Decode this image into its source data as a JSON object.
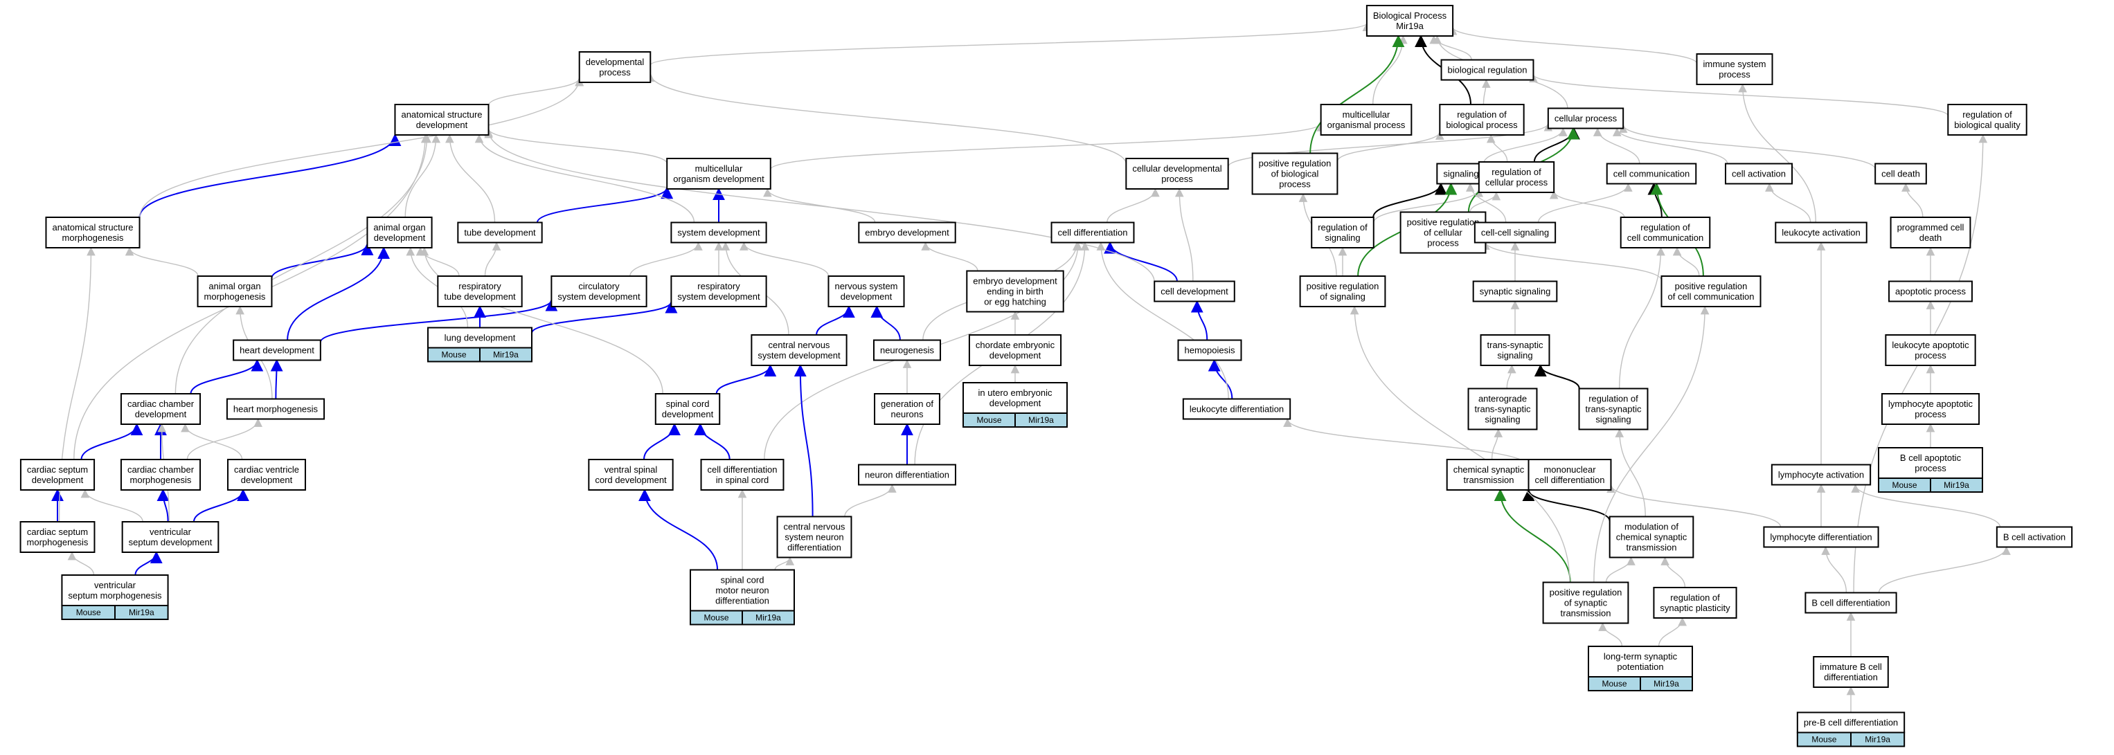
{
  "colors": {
    "is_a": "#c0c0c0",
    "part_of": "#0000ee",
    "regulates": "#000000",
    "positively_regulates": "#228b22",
    "tag_fill": "#add8e6",
    "node_stroke": "#000000"
  },
  "tags": {
    "species": "Mouse",
    "gene": "Mir19a"
  },
  "nodes": [
    {
      "id": "bp",
      "label": [
        "Biological Process",
        "Mir19a"
      ]
    },
    {
      "id": "devproc",
      "label": [
        "developmental",
        "process"
      ]
    },
    {
      "id": "bioreg",
      "label": [
        "biological regulation"
      ]
    },
    {
      "id": "immsys",
      "label": [
        "immune system",
        "process"
      ]
    },
    {
      "id": "regbq",
      "label": [
        "regulation of",
        "biological quality"
      ]
    },
    {
      "id": "anatdev",
      "label": [
        "anatomical structure",
        "development"
      ]
    },
    {
      "id": "multorgproc",
      "label": [
        "multicellular",
        "organismal process"
      ]
    },
    {
      "id": "regbp",
      "label": [
        "regulation of",
        "biological process"
      ]
    },
    {
      "id": "cellproc",
      "label": [
        "cellular process"
      ]
    },
    {
      "id": "multorgdev",
      "label": [
        "multicellular",
        "organism development"
      ]
    },
    {
      "id": "celldevproc",
      "label": [
        "cellular developmental",
        "process"
      ]
    },
    {
      "id": "posregbp",
      "label": [
        "positive regulation",
        "of biological",
        "process"
      ]
    },
    {
      "id": "signaling",
      "label": [
        "signaling"
      ]
    },
    {
      "id": "regcp",
      "label": [
        "regulation of",
        "cellular process"
      ]
    },
    {
      "id": "cellcomm",
      "label": [
        "cell communication"
      ]
    },
    {
      "id": "cellact",
      "label": [
        "cell activation"
      ]
    },
    {
      "id": "celldeath",
      "label": [
        "cell death"
      ]
    },
    {
      "id": "anatmorph",
      "label": [
        "anatomical structure",
        "morphogenesis"
      ]
    },
    {
      "id": "animorgdev",
      "label": [
        "animal organ",
        "development"
      ]
    },
    {
      "id": "tubedev",
      "label": [
        "tube development"
      ]
    },
    {
      "id": "sysdev",
      "label": [
        "system development"
      ]
    },
    {
      "id": "embdev",
      "label": [
        "embryo development"
      ]
    },
    {
      "id": "celldiff",
      "label": [
        "cell differentiation"
      ]
    },
    {
      "id": "regsig",
      "label": [
        "regulation of",
        "signaling"
      ]
    },
    {
      "id": "posregcp",
      "label": [
        "positive regulation",
        "of cellular",
        "process"
      ]
    },
    {
      "id": "cellcellsig",
      "label": [
        "cell-cell signaling"
      ]
    },
    {
      "id": "regcc",
      "label": [
        "regulation of",
        "cell communication"
      ]
    },
    {
      "id": "leukact",
      "label": [
        "leukocyte activation"
      ]
    },
    {
      "id": "progcd",
      "label": [
        "programmed cell",
        "death"
      ]
    },
    {
      "id": "animorgmorph",
      "label": [
        "animal organ",
        "morphogenesis"
      ]
    },
    {
      "id": "resptubedev",
      "label": [
        "respiratory",
        "tube development"
      ]
    },
    {
      "id": "circsysdev",
      "label": [
        "circulatory",
        "system development"
      ]
    },
    {
      "id": "respsysdev",
      "label": [
        "respiratory",
        "system development"
      ]
    },
    {
      "id": "nervsysdev",
      "label": [
        "nervous system",
        "development"
      ]
    },
    {
      "id": "embdevbirth",
      "label": [
        "embryo development",
        "ending in birth",
        "or egg hatching"
      ]
    },
    {
      "id": "celldev",
      "label": [
        "cell development"
      ]
    },
    {
      "id": "posregsig",
      "label": [
        "positive regulation",
        "of signaling"
      ]
    },
    {
      "id": "synsig",
      "label": [
        "synaptic signaling"
      ]
    },
    {
      "id": "posregcc",
      "label": [
        "positive regulation",
        "of cell communication"
      ]
    },
    {
      "id": "apop",
      "label": [
        "apoptotic process"
      ]
    },
    {
      "id": "heartdev",
      "label": [
        "heart development"
      ]
    },
    {
      "id": "lungdev",
      "label": [
        "lung development"
      ],
      "tagged": true
    },
    {
      "id": "cnsdev",
      "label": [
        "central nervous",
        "system development"
      ]
    },
    {
      "id": "neurogen",
      "label": [
        "neurogenesis"
      ]
    },
    {
      "id": "chordemb",
      "label": [
        "chordate embryonic",
        "development"
      ]
    },
    {
      "id": "hemo",
      "label": [
        "hemopoiesis"
      ]
    },
    {
      "id": "transsyn",
      "label": [
        "trans-synaptic",
        "signaling"
      ]
    },
    {
      "id": "leukapop",
      "label": [
        "leukocyte apoptotic",
        "process"
      ]
    },
    {
      "id": "cardchdev",
      "label": [
        "cardiac chamber",
        "development"
      ]
    },
    {
      "id": "heartmorph",
      "label": [
        "heart morphogenesis"
      ]
    },
    {
      "id": "spcorddev",
      "label": [
        "spinal cord",
        "development"
      ]
    },
    {
      "id": "genneur",
      "label": [
        "generation of",
        "neurons"
      ]
    },
    {
      "id": "inutero",
      "label": [
        "in utero embryonic",
        "development"
      ],
      "tagged": true
    },
    {
      "id": "leukdiff",
      "label": [
        "leukocyte differentiation"
      ]
    },
    {
      "id": "antero",
      "label": [
        "anterograde",
        "trans-synaptic",
        "signaling"
      ]
    },
    {
      "id": "regtranssyn",
      "label": [
        "regulation of",
        "trans-synaptic",
        "signaling"
      ]
    },
    {
      "id": "lymphapop",
      "label": [
        "lymphocyte apoptotic",
        "process"
      ]
    },
    {
      "id": "cardsepdev",
      "label": [
        "cardiac septum",
        "development"
      ]
    },
    {
      "id": "cardchmorph",
      "label": [
        "cardiac chamber",
        "morphogenesis"
      ]
    },
    {
      "id": "cardvendev",
      "label": [
        "cardiac ventricle",
        "development"
      ]
    },
    {
      "id": "ventspdev",
      "label": [
        "ventral spinal",
        "cord development"
      ]
    },
    {
      "id": "celldiffsc",
      "label": [
        "cell differentiation",
        "in spinal cord"
      ]
    },
    {
      "id": "neurdiff",
      "label": [
        "neuron differentiation"
      ]
    },
    {
      "id": "chemsyn",
      "label": [
        "chemical synaptic",
        "transmission"
      ]
    },
    {
      "id": "mononuc",
      "label": [
        "mononuclear",
        "cell differentiation"
      ]
    },
    {
      "id": "lymphact",
      "label": [
        "lymphocyte activation"
      ]
    },
    {
      "id": "bcellapop",
      "label": [
        "B cell apoptotic",
        "process"
      ],
      "tagged": true
    },
    {
      "id": "cardsepmorph",
      "label": [
        "cardiac septum",
        "morphogenesis"
      ]
    },
    {
      "id": "ventsepdev",
      "label": [
        "ventricular",
        "septum development"
      ]
    },
    {
      "id": "cnsneurdiff",
      "label": [
        "central nervous",
        "system neuron",
        "differentiation"
      ]
    },
    {
      "id": "modchemsyn",
      "label": [
        "modulation of",
        "chemical synaptic",
        "transmission"
      ]
    },
    {
      "id": "lymphdiff",
      "label": [
        "lymphocyte differentiation"
      ]
    },
    {
      "id": "bcellact",
      "label": [
        "B cell activation"
      ]
    },
    {
      "id": "ventsepmorph",
      "label": [
        "ventricular",
        "septum morphogenesis"
      ],
      "tagged": true
    },
    {
      "id": "spcordmn",
      "label": [
        "spinal cord",
        "motor neuron",
        "differentiation"
      ],
      "tagged": true
    },
    {
      "id": "posregsyn",
      "label": [
        "positive regulation",
        "of synaptic",
        "transmission"
      ]
    },
    {
      "id": "regsynplast",
      "label": [
        "regulation of",
        "synaptic plasticity"
      ]
    },
    {
      "id": "bcelldiff",
      "label": [
        "B cell differentiation"
      ]
    },
    {
      "id": "ltp",
      "label": [
        "long-term synaptic",
        "potentiation"
      ],
      "tagged": true
    },
    {
      "id": "immbcell",
      "label": [
        "immature B cell",
        "differentiation"
      ]
    },
    {
      "id": "prebcell",
      "label": [
        "pre-B cell differentiation"
      ],
      "tagged": true
    }
  ]
}
